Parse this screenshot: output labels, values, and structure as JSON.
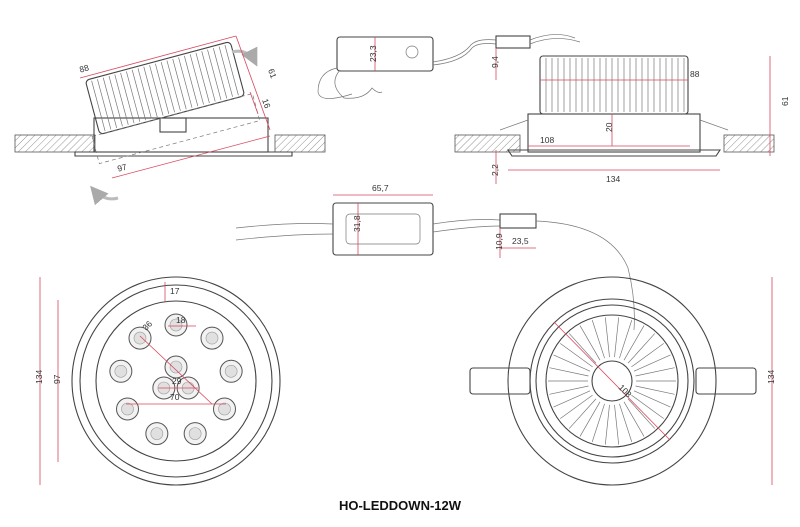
{
  "title": "HO-LEDDOWN-12W",
  "colors": {
    "dimension": "#d9485f",
    "outline": "#444444",
    "text": "#333333"
  },
  "dimensions": {
    "tilt_top": "88",
    "tilt_right": "61",
    "tilt_height": "16",
    "tilt_bottom": "97",
    "driver_small_height": "23,3",
    "cable_height": "9,4",
    "side_body_width": "88",
    "side_height": "61",
    "side_inner": "108",
    "side_mid": "20",
    "side_flange": "2,2",
    "side_total": "134",
    "driver_length": "65,7",
    "driver_height": "31,8",
    "connector_height": "10,9",
    "connector_length": "23,5",
    "front_total_height": "134",
    "front_inner_height": "97",
    "front_rim": "17",
    "led_diameter": "18",
    "led_pitch_diag": "36",
    "led_center_gap": "29",
    "led_array": "70",
    "back_cutout": "108",
    "back_total_height": "134"
  }
}
